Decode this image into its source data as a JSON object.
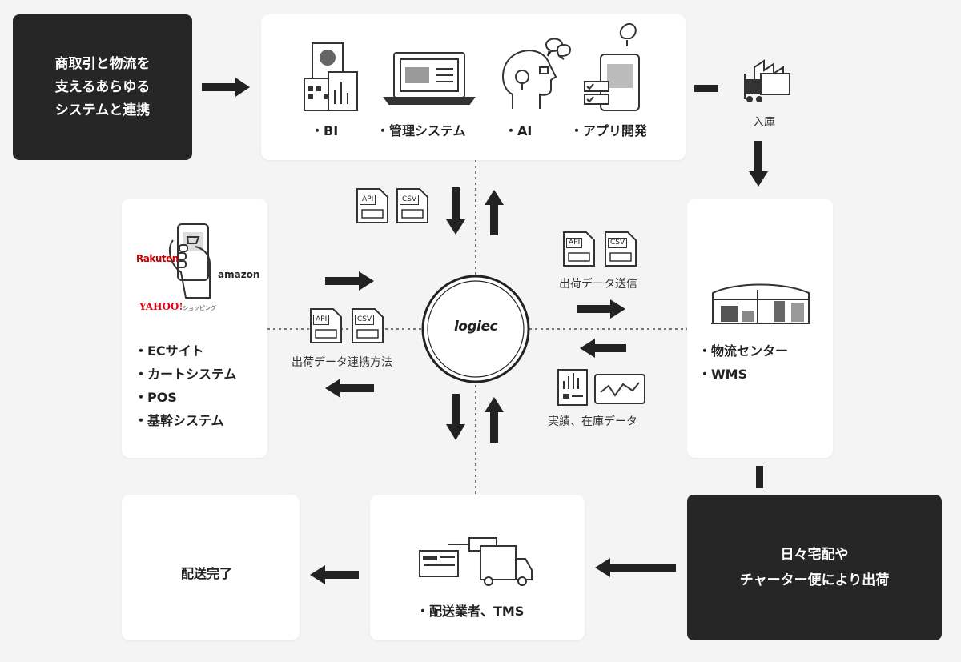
{
  "top_left_dark": {
    "lines": [
      "商取引と物流を",
      "支えるあらゆる",
      "システムと連携"
    ]
  },
  "systems_box": {
    "items": [
      "・BI",
      "・管理システム",
      "・AI",
      "・アプリ開発"
    ]
  },
  "inbound": {
    "label": "入庫"
  },
  "ec_box": {
    "brands": {
      "rakuten": "Rakuten",
      "amazon": "amazon",
      "yahoo": "YAHOO!",
      "yahoo_sub": "ショッピング"
    },
    "items": [
      "・ECサイト",
      "・カートシステム",
      "・POS",
      "・基幹システム"
    ]
  },
  "center": {
    "logo": "logiec"
  },
  "file_badges": {
    "api": "API",
    "csv": "CSV"
  },
  "left_caption": "出荷データ連携方法",
  "right_top_caption": "出荷データ送信",
  "right_bottom_caption": "実績、在庫データ",
  "warehouse_box": {
    "items": [
      "・物流センター",
      "・WMS"
    ]
  },
  "carrier_dark": {
    "lines": [
      "日々宅配や",
      "チャーター便により出荷"
    ]
  },
  "delivery_box": {
    "label": "・配送業者、TMS"
  },
  "complete_box": {
    "label": "配送完了"
  },
  "colors": {
    "dark": "#262626",
    "background": "#f4f4f4",
    "panel": "#ffffff"
  }
}
